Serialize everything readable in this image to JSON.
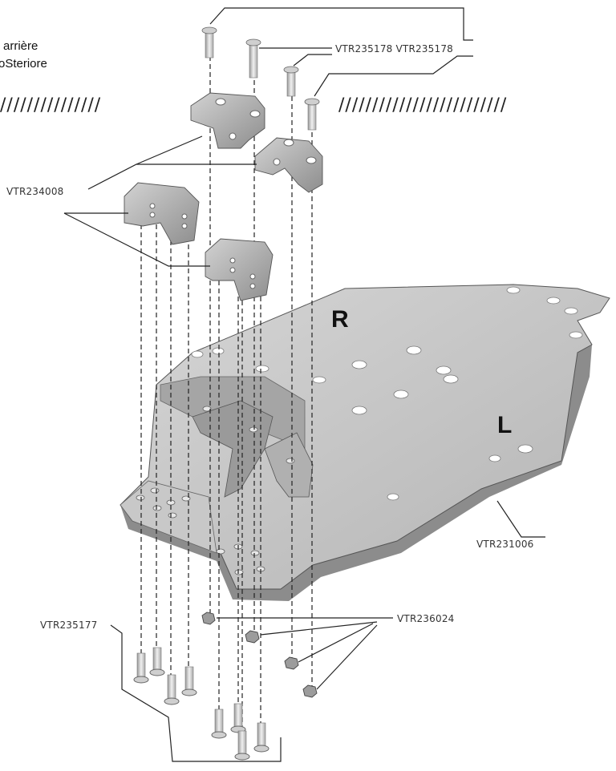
{
  "title_lines": [
    "arrière",
    "oSteriore"
  ],
  "hatch_left": "///////////////",
  "hatch_right": "/////////////////////////",
  "side_labels": {
    "right": "R",
    "left": "L"
  },
  "parts": {
    "screws_top": "VTR235178 VTR235178",
    "mounts": "VTR234008",
    "plate": "VTR231006",
    "nuts": "VTR236024",
    "screws_bottom": "VTR235177"
  },
  "colors": {
    "plate_top": "#bdbdbd",
    "plate_side": "#8f8f8f",
    "part": "#a9a9a9",
    "part_dark": "#7a7a7a"
  }
}
